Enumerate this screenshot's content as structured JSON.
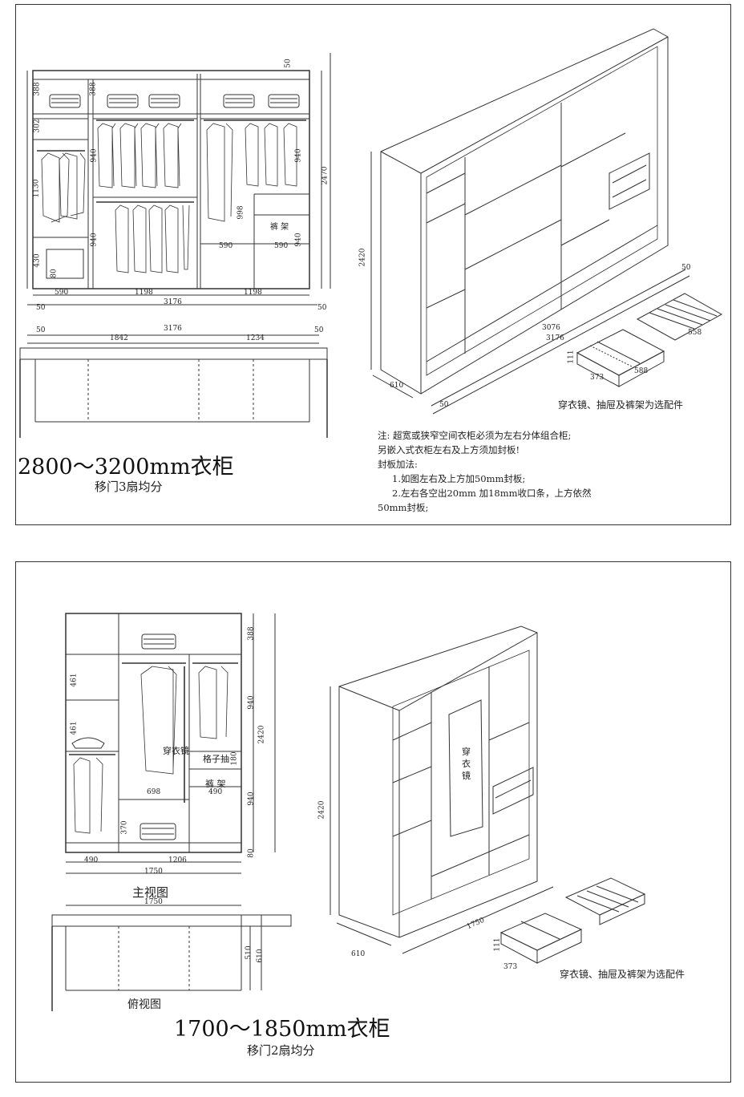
{
  "top": {
    "title": "2800～3200mm衣柜",
    "subtitle": "移门3扇均分",
    "accessories": "穿衣镜、抽屉及裤架为选配件",
    "inner_label_pants_rack": "裤 架",
    "notes": {
      "line1": "注:  超宽或狭窄空间衣柜必须为左右分体组合柜;",
      "line2": "另嵌入式衣柜左右及上方须加封板!",
      "line3": "封板加法:",
      "line4": "1.如图左右及上方加50mm封板;",
      "line5": "2.左右各空出20mm 加18mm收口条，上方依然",
      "line6": "50mm封板;"
    },
    "dims": {
      "d50_top": "50",
      "d388a": "388",
      "d388b": "388",
      "d302": "302",
      "d1130": "1130",
      "d430": "430",
      "d80": "80",
      "d940a": "940",
      "d940b": "940",
      "d940c": "940",
      "d940d": "940",
      "d998": "998",
      "d2470": "2470",
      "d590a": "590",
      "d590b": "590",
      "d590c": "590",
      "d1198a": "1198",
      "d1198b": "1198",
      "d3176a": "3176",
      "d50a": "50",
      "d50b": "50",
      "d3176b": "3176",
      "d50c": "50",
      "d50d": "50",
      "d1842": "1842",
      "d1234": "1234",
      "d2420": "2420",
      "d3076": "3076",
      "d3176c": "3176",
      "d50e": "50",
      "d610": "610",
      "d50f": "50",
      "d373": "373",
      "d588": "588",
      "d558": "558",
      "d111": "111"
    }
  },
  "bottom": {
    "title": "1700～1850mm衣柜",
    "subtitle": "移门2扇均分",
    "front_view": "主视图",
    "top_view": "俯视图",
    "accessories": "穿衣镜、抽屉及裤架为选配件",
    "mirror_label": "穿衣镜",
    "mirror_label_3d_1": "穿",
    "mirror_label_3d_2": "衣",
    "mirror_label_3d_3": "镜",
    "grid_drawer": "格子抽",
    "pants_rack": "裤 架",
    "dims": {
      "d388": "388",
      "d940a": "940",
      "d2420a": "2420",
      "d940b": "940",
      "d80": "80",
      "d461a": "461",
      "d461b": "461",
      "d370": "370",
      "d698": "698",
      "d490a": "490",
      "d180": "180",
      "d490b": "490",
      "d1206": "1206",
      "d1750a": "1750",
      "d1750b": "1750",
      "d510": "510",
      "d610a": "610",
      "d2420b": "2420",
      "d1750c": "1750",
      "d610b": "610",
      "d111": "111",
      "d373": "373"
    }
  }
}
